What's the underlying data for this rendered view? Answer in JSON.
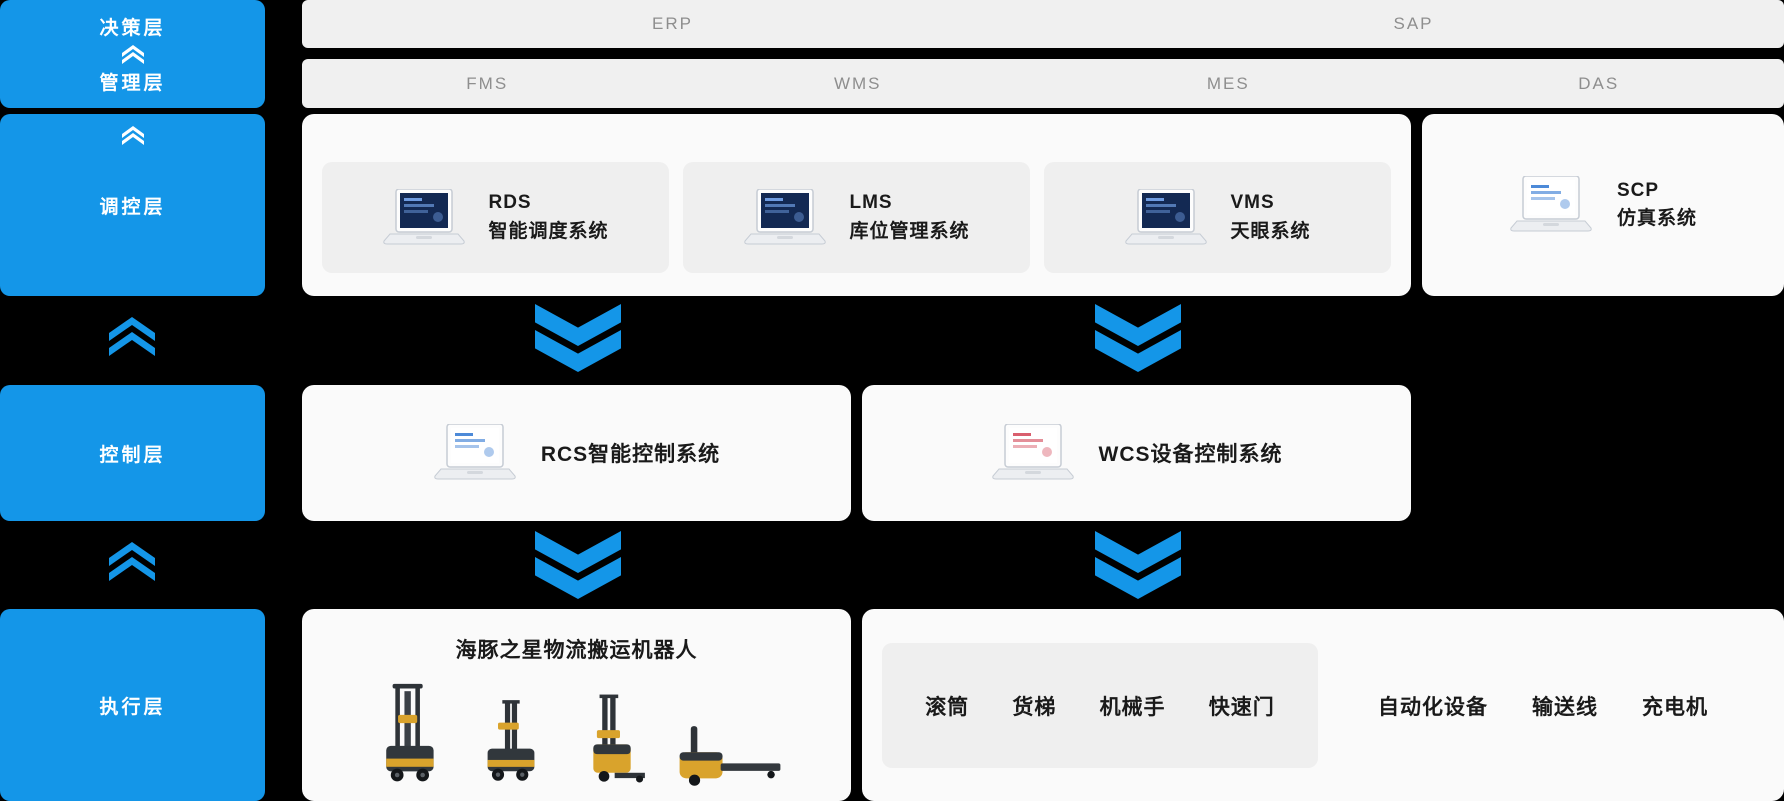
{
  "colors": {
    "accent_blue": "#1496e8",
    "panel_bg": "#fafafa",
    "card_bg": "#efefef",
    "bar_bg": "#f0f0f0",
    "bar_text": "#8e8e8e",
    "title_text": "#1a1a1a",
    "background": "#000000"
  },
  "sidebar": {
    "decision": "决策层",
    "management": "管理层",
    "regulation": "调控层",
    "control": "控制层",
    "execution": "执行层"
  },
  "bars": {
    "erp": "ERP",
    "sap": "SAP",
    "fms": "FMS",
    "wms": "WMS",
    "mes": "MES",
    "das": "DAS"
  },
  "regulation": {
    "cards": [
      {
        "code": "RDS",
        "name": "智能调度系统"
      },
      {
        "code": "LMS",
        "name": "库位管理系统"
      },
      {
        "code": "VMS",
        "name": "天眼系统"
      }
    ],
    "scp": {
      "code": "SCP",
      "name": "仿真系统"
    }
  },
  "control": {
    "rcs": "RCS智能控制系统",
    "wcs": "WCS设备控制系统"
  },
  "execution": {
    "robots_title": "海豚之星物流搬运机器人",
    "boxed_devices": [
      "滚筒",
      "货梯",
      "机械手",
      "快速门"
    ],
    "devices": [
      "自动化设备",
      "输送线",
      "充电机"
    ]
  },
  "icons": {
    "laptop": "laptop-icon",
    "up_arrow": "chevron-up-icon",
    "down_arrow": "chevron-down-icon",
    "robots": [
      "agv-reach-stacker-icon",
      "agv-stacker-icon",
      "agv-pallet-stacker-icon",
      "agv-pallet-truck-icon"
    ]
  }
}
